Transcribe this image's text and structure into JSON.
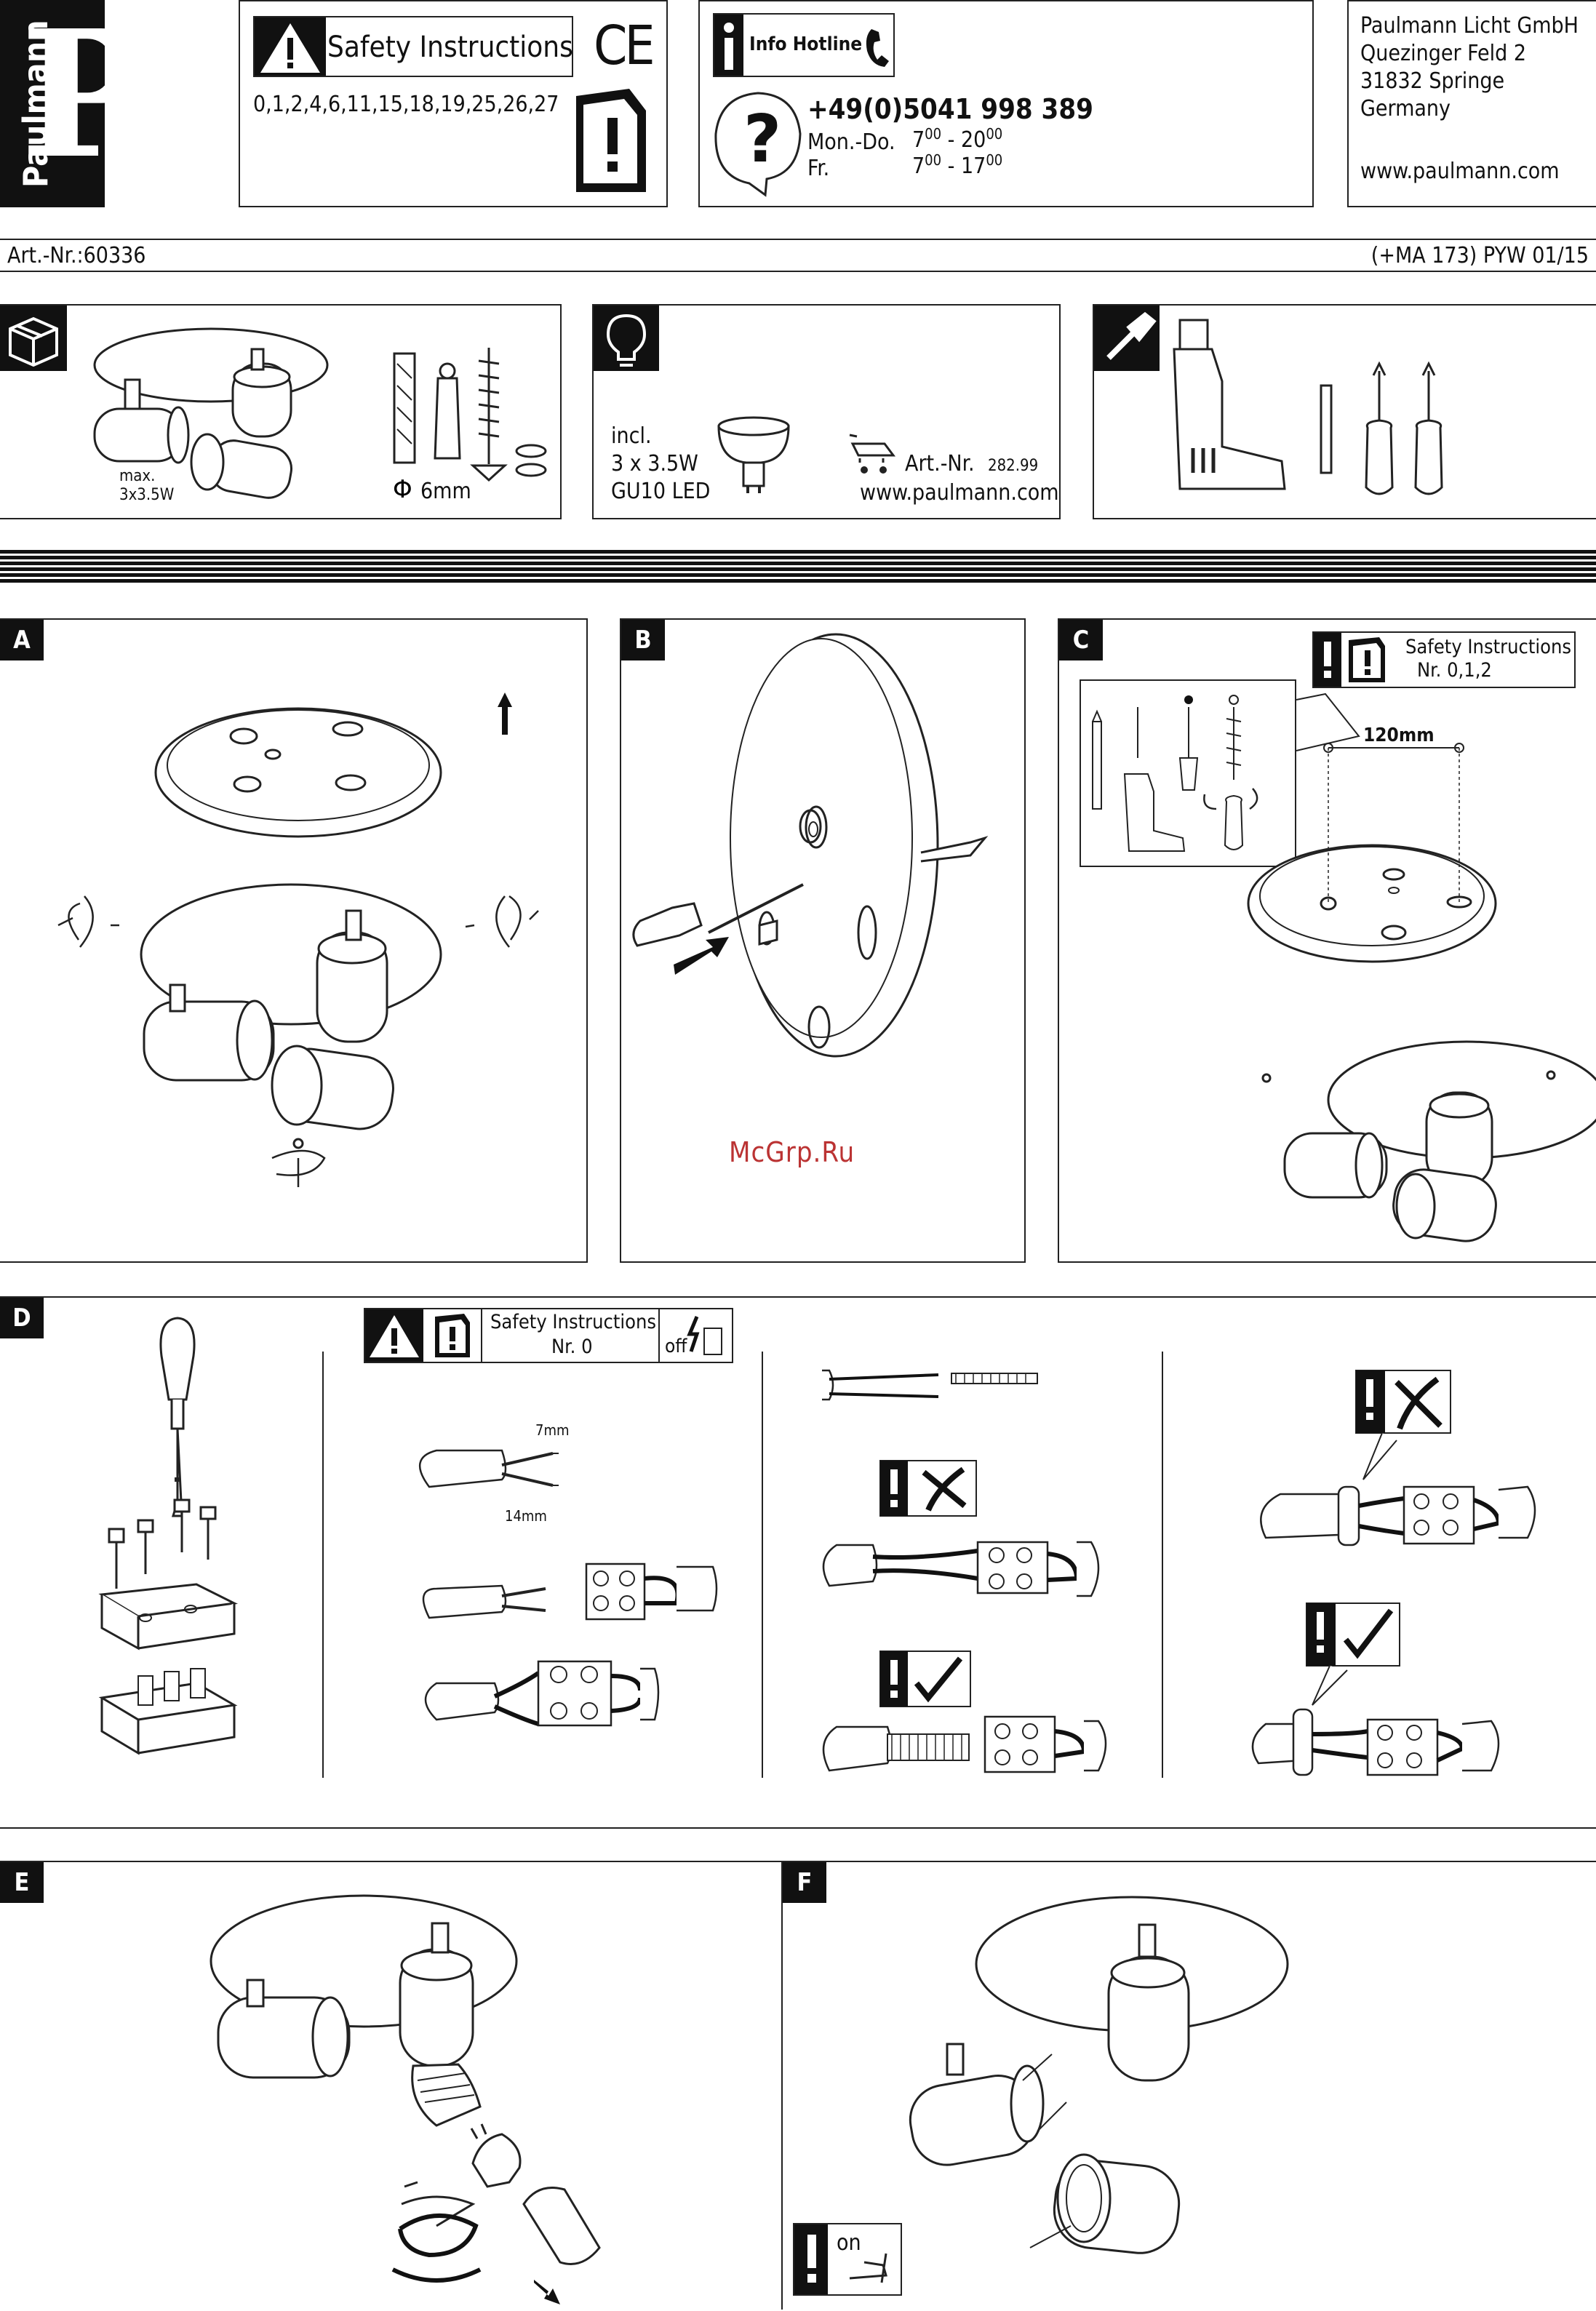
{
  "brand": {
    "logo_letter": "P",
    "logo_name": "Paulmann"
  },
  "safety": {
    "title": "Safety Instructions",
    "numbers": "0,1,2,4,6,11,15,18,19,25,26,27",
    "ce": "CE"
  },
  "hotline": {
    "label": "Info Hotline",
    "phone": "+49(0)5041 998 389",
    "day1": "Mon.-Do.",
    "time1_from": "7",
    "time1_from_sup": "00",
    "time1_to": "20",
    "time1_to_sup": "00",
    "sep": "-",
    "day2": "Fr.",
    "time2_from": "7",
    "time2_from_sup": "00",
    "time2_to": "17",
    "time2_to_sup": "00"
  },
  "address": {
    "company": "Paulmann Licht GmbH",
    "street": "Quezinger Feld 2",
    "city": "31832 Springe",
    "country": "Germany",
    "web": "www.paulmann.com"
  },
  "article": {
    "number": "Art.-Nr.:60336",
    "code": "(+MA 173) PYW 01/15"
  },
  "contents": {
    "max": "max.",
    "watt": "3x3.5W",
    "drill_size": "6mm"
  },
  "bulb": {
    "incl": "incl.",
    "qty": "3 x 3.5W",
    "type": "GU10 LED",
    "art_prefix": "Art.-Nr.",
    "art_num": "282.99",
    "web": "www.paulmann.com"
  },
  "steps": {
    "a": "A",
    "b": "B",
    "c": "C",
    "d": "D",
    "e": "E",
    "f": "F"
  },
  "step_c": {
    "safety_title": "Safety Instructions",
    "safety_nr": "Nr. 0,1,2",
    "distance": "120mm"
  },
  "step_d": {
    "safety_title": "Safety Instructions",
    "safety_nr": "Nr. 0",
    "off": "off",
    "strip1": "7mm",
    "strip2": "14mm"
  },
  "step_f": {
    "on": "on"
  },
  "watermark": "McGrp.Ru"
}
